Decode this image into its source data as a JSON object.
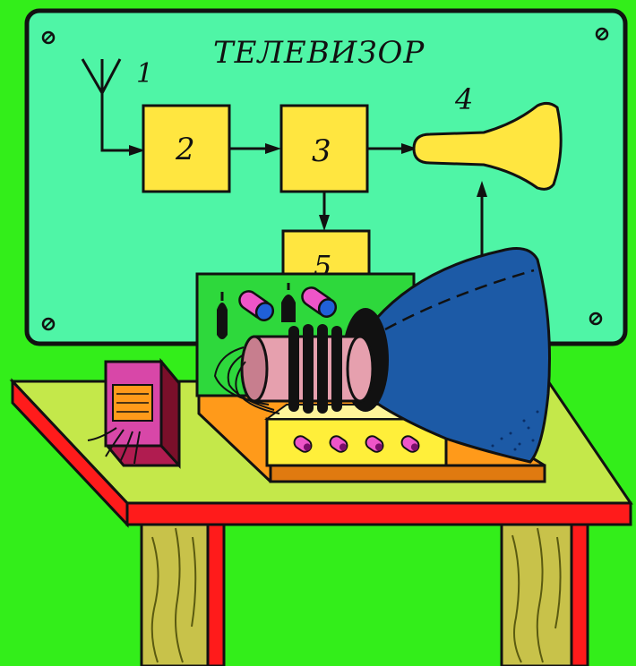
{
  "panel": {
    "title": "ТЕЛЕВИЗОР",
    "bg_color": "#4ff5a6",
    "block_color": "#ffe640"
  },
  "labels": {
    "antenna": "1",
    "receiver": "2",
    "processor": "3",
    "kinescope": "4",
    "block5": "5"
  },
  "colors": {
    "background": "#33ee1a",
    "table_top": "#c4e84a",
    "table_edge": "#ff1b1b",
    "crt_screen": "#1c5aa6",
    "chassis": "#2ed83c",
    "base_board": "#ff9a1a",
    "control_box": "#ffef3a"
  },
  "icons": [
    "screw-icon",
    "antenna-icon",
    "arrow-icon",
    "knob-icon",
    "vacuum-tube-icon",
    "deflection-coil-icon",
    "transformer-icon"
  ]
}
